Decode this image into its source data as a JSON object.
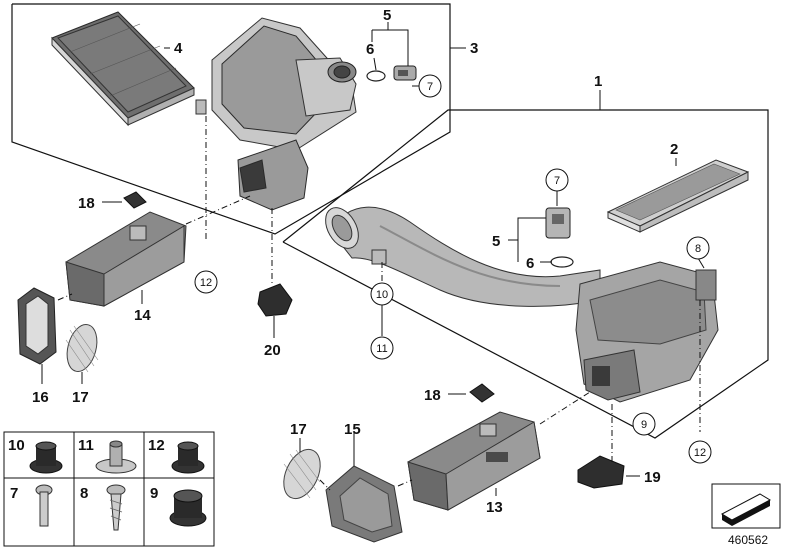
{
  "callouts": {
    "c1": "1",
    "c2": "2",
    "c3": "3",
    "c4": "4",
    "c5_top": "5",
    "c6_top": "6",
    "c7_top": "7",
    "c5_mid": "5",
    "c6_mid": "6",
    "c7_mid": "7",
    "c8": "8",
    "c9": "9",
    "c10": "10",
    "c11": "11",
    "c12_left": "12",
    "c12_right": "12",
    "c13": "13",
    "c14": "14",
    "c15": "15",
    "c16": "16",
    "c17_left": "17",
    "c17_right": "17",
    "c18_left": "18",
    "c18_right": "18",
    "c19": "19",
    "c20": "20"
  },
  "legend": {
    "cells": [
      {
        "label": "10",
        "icon": "grommet-icon"
      },
      {
        "label": "11",
        "icon": "rivet-nut-icon"
      },
      {
        "label": "12",
        "icon": "grommet-icon"
      },
      {
        "label": "7",
        "icon": "bolt-icon"
      },
      {
        "label": "8",
        "icon": "screw-icon"
      },
      {
        "label": "9",
        "icon": "rubber-mount-icon"
      }
    ]
  },
  "reference_number": "460562",
  "colors": {
    "line": "#111111",
    "part_dark": "#6e6e6e",
    "part_light": "#c8c8c8"
  }
}
